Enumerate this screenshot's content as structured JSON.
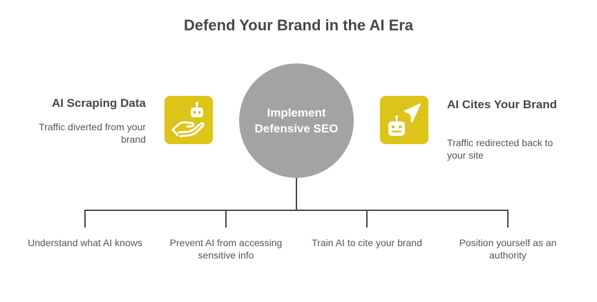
{
  "title": "Defend Your Brand in the AI Era",
  "center": {
    "label": "Implement Defensive SEO"
  },
  "left": {
    "heading": "AI Scraping Data",
    "description": "Traffic diverted from your brand",
    "icon": "robot-hand-icon"
  },
  "right": {
    "heading": "AI Cites Your Brand",
    "description": "Traffic redirected back to your site",
    "icon": "robot-pointer-icon"
  },
  "strategies": [
    {
      "label": "Understand what AI knows"
    },
    {
      "label": "Prevent AI from accessing sensitive info"
    },
    {
      "label": "Train AI to cite your brand"
    },
    {
      "label": "Position yourself as an authority"
    }
  ],
  "colors": {
    "circle": "#a3a3a3",
    "icon_background": "#dec419",
    "connector": "#474747"
  }
}
